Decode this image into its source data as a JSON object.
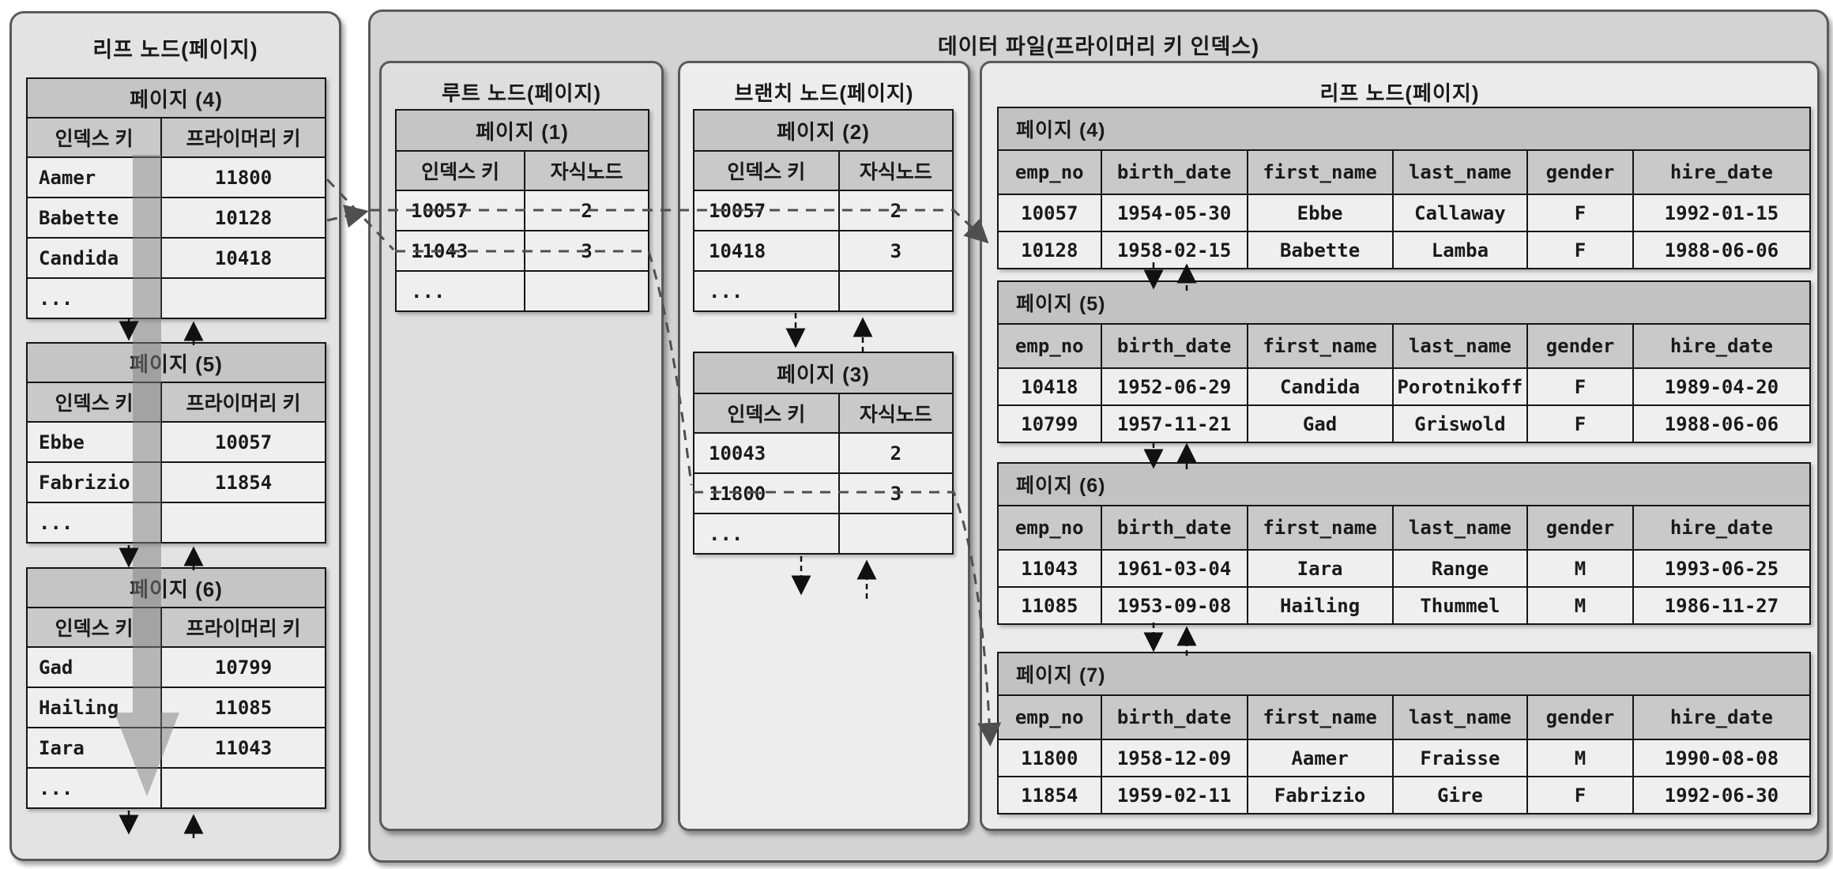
{
  "left_leaf_panel": {
    "title": "리프 노드(페이지)",
    "columns": [
      "인덱스 키",
      "프라이머리 키"
    ],
    "pages": [
      {
        "title": "페이지 (4)",
        "rows": [
          [
            "Aamer",
            "11800"
          ],
          [
            "Babette",
            "10128"
          ],
          [
            "Candida",
            "10418"
          ],
          [
            "...",
            ""
          ]
        ]
      },
      {
        "title": "페이지 (5)",
        "rows": [
          [
            "Ebbe",
            "10057"
          ],
          [
            "Fabrizio",
            "11854"
          ],
          [
            "...",
            ""
          ]
        ]
      },
      {
        "title": "페이지 (6)",
        "rows": [
          [
            "Gad",
            "10799"
          ],
          [
            "Hailing",
            "11085"
          ],
          [
            "Iara",
            "11043"
          ],
          [
            "...",
            ""
          ]
        ]
      }
    ]
  },
  "data_file_panel": {
    "title": "데이터 파일(프라이머리 키 인덱스)",
    "root": {
      "title": "루트 노드(페이지)",
      "columns": [
        "인덱스 키",
        "자식노드"
      ],
      "pages": [
        {
          "title": "페이지 (1)",
          "rows": [
            [
              "10057",
              "2"
            ],
            [
              "11043",
              "3"
            ],
            [
              "...",
              ""
            ]
          ]
        }
      ]
    },
    "branch": {
      "title": "브랜치 노드(페이지)",
      "columns": [
        "인덱스 키",
        "자식노드"
      ],
      "pages": [
        {
          "title": "페이지 (2)",
          "rows": [
            [
              "10057",
              "2"
            ],
            [
              "10418",
              "3"
            ],
            [
              "...",
              ""
            ]
          ]
        },
        {
          "title": "페이지 (3)",
          "rows": [
            [
              "10043",
              "2"
            ],
            [
              "11800",
              "3"
            ],
            [
              "...",
              ""
            ]
          ]
        }
      ]
    },
    "leaf": {
      "title": "리프 노드(페이지)",
      "columns": [
        "emp_no",
        "birth_date",
        "first_name",
        "last_name",
        "gender",
        "hire_date"
      ],
      "pages": [
        {
          "title": "페이지 (4)",
          "rows": [
            [
              "10057",
              "1954-05-30",
              "Ebbe",
              "Callaway",
              "F",
              "1992-01-15"
            ],
            [
              "10128",
              "1958-02-15",
              "Babette",
              "Lamba",
              "F",
              "1988-06-06"
            ]
          ]
        },
        {
          "title": "페이지 (5)",
          "rows": [
            [
              "10418",
              "1952-06-29",
              "Candida",
              "Porotnikoff",
              "F",
              "1989-04-20"
            ],
            [
              "10799",
              "1957-11-21",
              "Gad",
              "Griswold",
              "F",
              "1988-06-06"
            ]
          ]
        },
        {
          "title": "페이지 (6)",
          "rows": [
            [
              "11043",
              "1961-03-04",
              "Iara",
              "Range",
              "M",
              "1993-06-25"
            ],
            [
              "11085",
              "1953-09-08",
              "Hailing",
              "Thummel",
              "M",
              "1986-11-27"
            ]
          ]
        },
        {
          "title": "페이지 (7)",
          "rows": [
            [
              "11800",
              "1958-12-09",
              "Aamer",
              "Fraisse",
              "M",
              "1990-08-08"
            ],
            [
              "11854",
              "1959-02-11",
              "Fabrizio",
              "Gire",
              "F",
              "1992-06-30"
            ]
          ]
        }
      ]
    }
  },
  "colors": {
    "left_panel_bg": "#e3e3e3",
    "outer_panel_bg": "#d3d3d3",
    "root_panel_bg": "#dedede",
    "branch_panel_bg": "#ededed",
    "leaf_panel_bg": "#ebebeb",
    "table_header_bg": "#c9c9c9",
    "table_title_bg": "#c5c5c5",
    "cell_bg": "#efefef",
    "dashed_line": "#4f4f4f",
    "link_arrow": "#111111",
    "scan_arrow": "rgba(125,125,125,0.5)"
  }
}
